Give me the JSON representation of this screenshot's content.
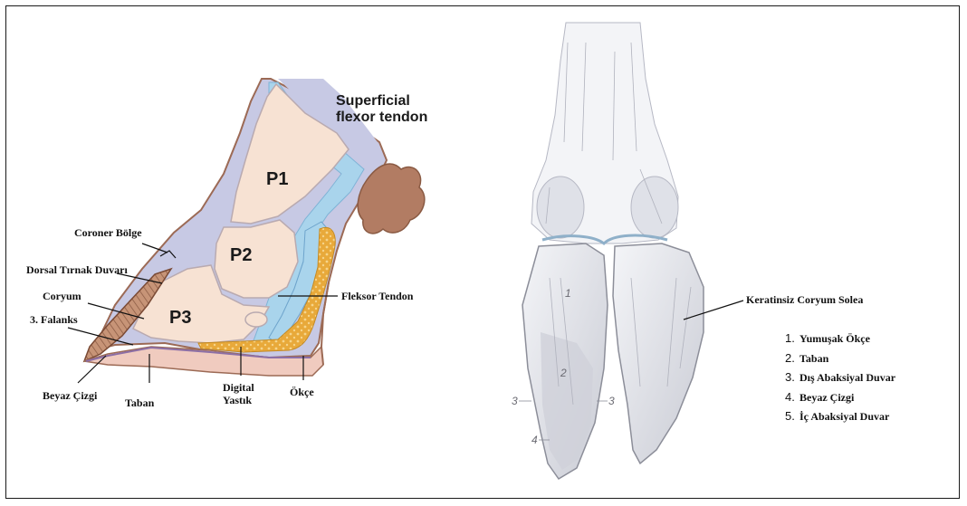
{
  "left_diagram": {
    "tendon_label": [
      "Superficial",
      "flexor tendon"
    ],
    "bones": {
      "p1": "P1",
      "p2": "P2",
      "p3": "P3"
    },
    "labels": {
      "coroner": "Coroner Bölge",
      "dorsal_wall": "Dorsal Tırnak Duvarı",
      "coryum": "Coryum",
      "falanks": "3. Falanks",
      "beyaz_cizgi": "Beyaz Çizgi",
      "taban": "Taban",
      "digital": [
        "Digital",
        "Yastık"
      ],
      "okce": "Ökçe",
      "fleksor": "Fleksor Tendon"
    }
  },
  "right_diagram": {
    "callout": "Keratinsiz Coryum Solea",
    "legend": [
      {
        "num": "1.",
        "text": "Yumuşak Ökçe"
      },
      {
        "num": "2.",
        "text": "Taban"
      },
      {
        "num": "3.",
        "text": "Dış Abaksiyal Duvar"
      },
      {
        "num": "4.",
        "text": "Beyaz Çizgi"
      },
      {
        "num": "5.",
        "text": "İç Abaksiyal Duvar"
      }
    ],
    "sketch_numbers": {
      "n1": "1",
      "n2": "2",
      "n3a": "3",
      "n3b": "3",
      "n4": "4"
    }
  },
  "colors": {
    "bone": "#f7e2d3",
    "blue": "#a9d4ec",
    "lavender": "#c7c9e4",
    "brown": "#b27c63",
    "fat": "#e8a93a",
    "sole": "#f0cbbf"
  }
}
